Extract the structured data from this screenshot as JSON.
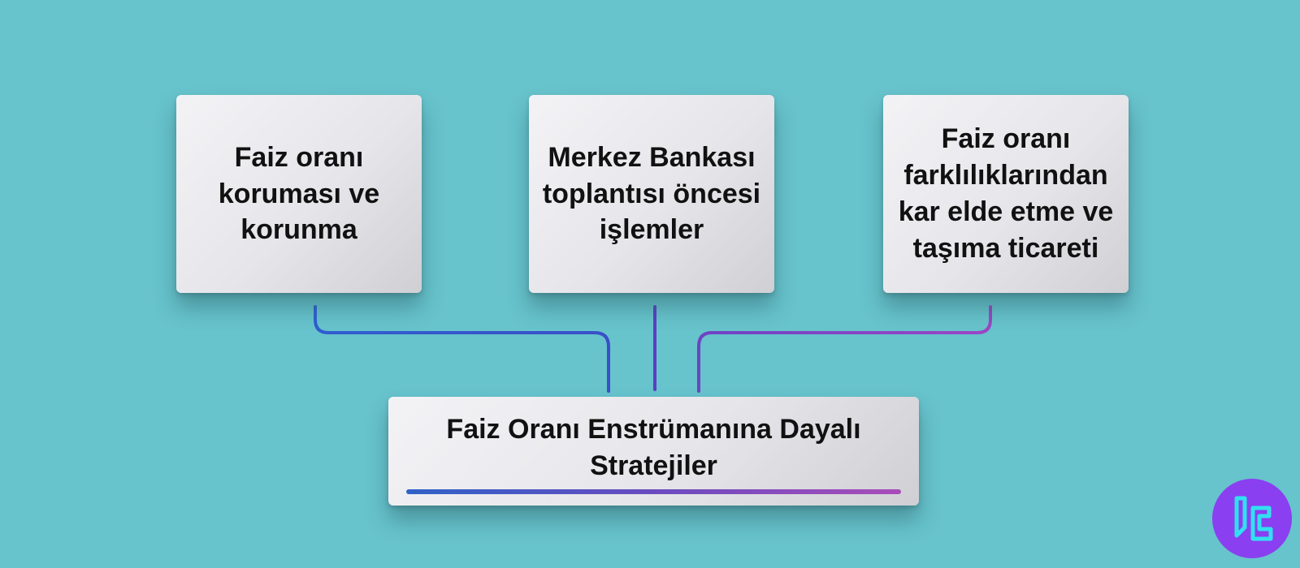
{
  "diagram": {
    "top_boxes": [
      {
        "label": "Faiz oranı\nkoruması ve\nkorunma"
      },
      {
        "label": "Merkez Bankası\ntoplantısı öncesi\nişlemler"
      },
      {
        "label": "Faiz oranı\nfarklılıklarından\nkar elde etme ve\ntaşıma ticareti"
      }
    ],
    "bottom_box": {
      "label": "Faiz Oranı Enstrümanına Dayalı\nStratejiler"
    },
    "colors": {
      "background": "#67c3cc",
      "connector_left": "#2f5fcf",
      "connector_middle": "#5b3fc4",
      "connector_right": "#9b46c4",
      "logo_bg": "#8a3ff0",
      "logo_stroke": "#31e0f0"
    }
  },
  "logo": {
    "icon": "brand-logo-icon"
  }
}
